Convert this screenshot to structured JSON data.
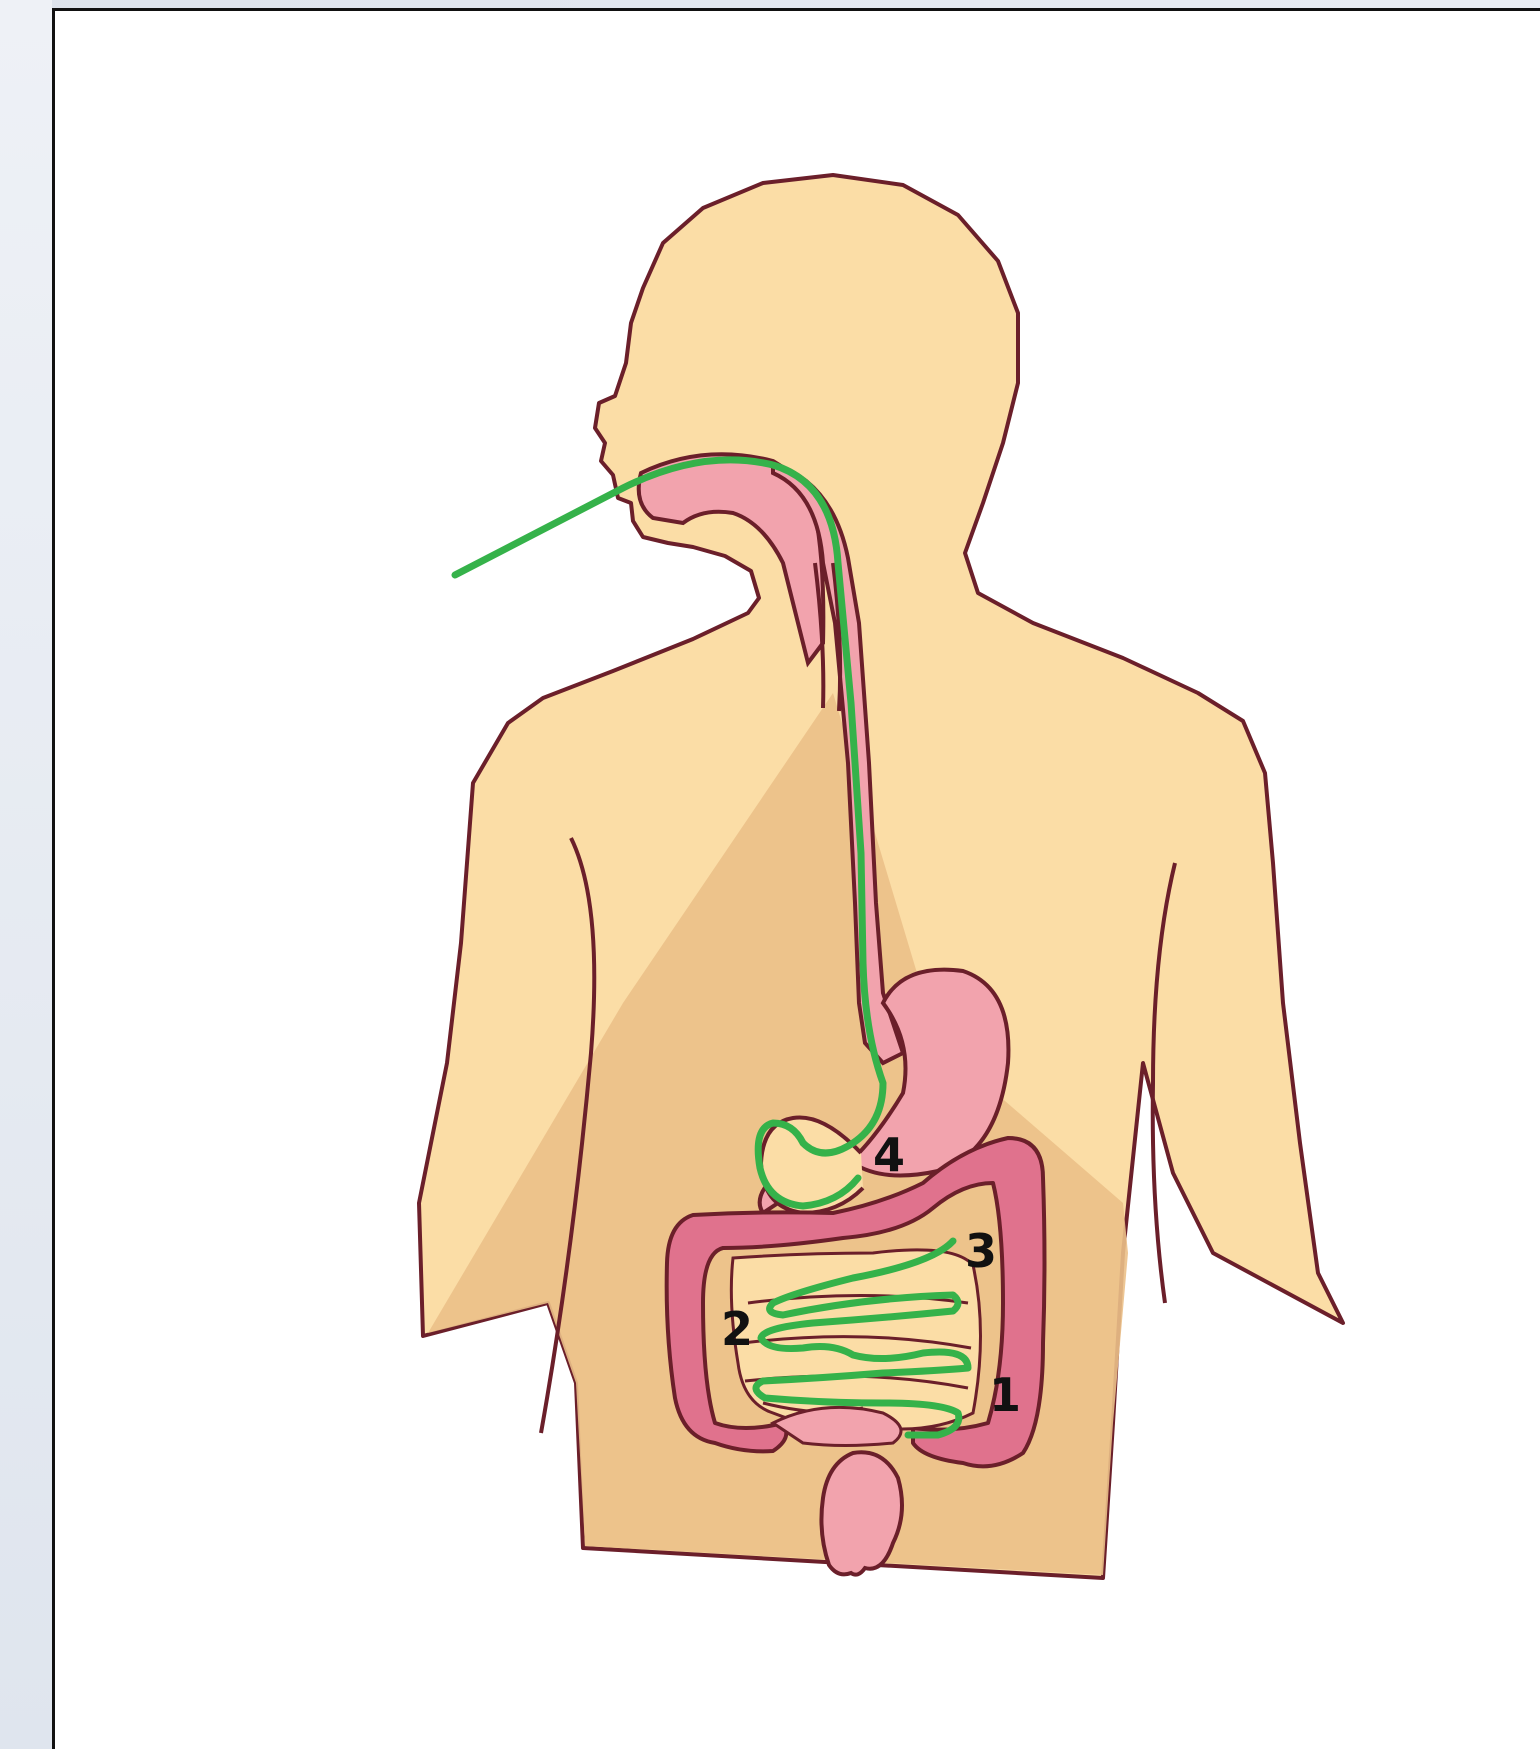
{
  "diagram": {
    "labels": [
      {
        "id": "1",
        "text": "1"
      },
      {
        "id": "2",
        "text": "2"
      },
      {
        "id": "3",
        "text": "3"
      },
      {
        "id": "4",
        "text": "4"
      }
    ]
  },
  "colors": {
    "skin": "#fbdda6",
    "skin_shade": "#ebc088",
    "outline": "#6b1f2a",
    "organ_pink": "#f2a3ad",
    "colon": "#e0728d",
    "tube_green": "#35b24a",
    "label": "#111111"
  }
}
